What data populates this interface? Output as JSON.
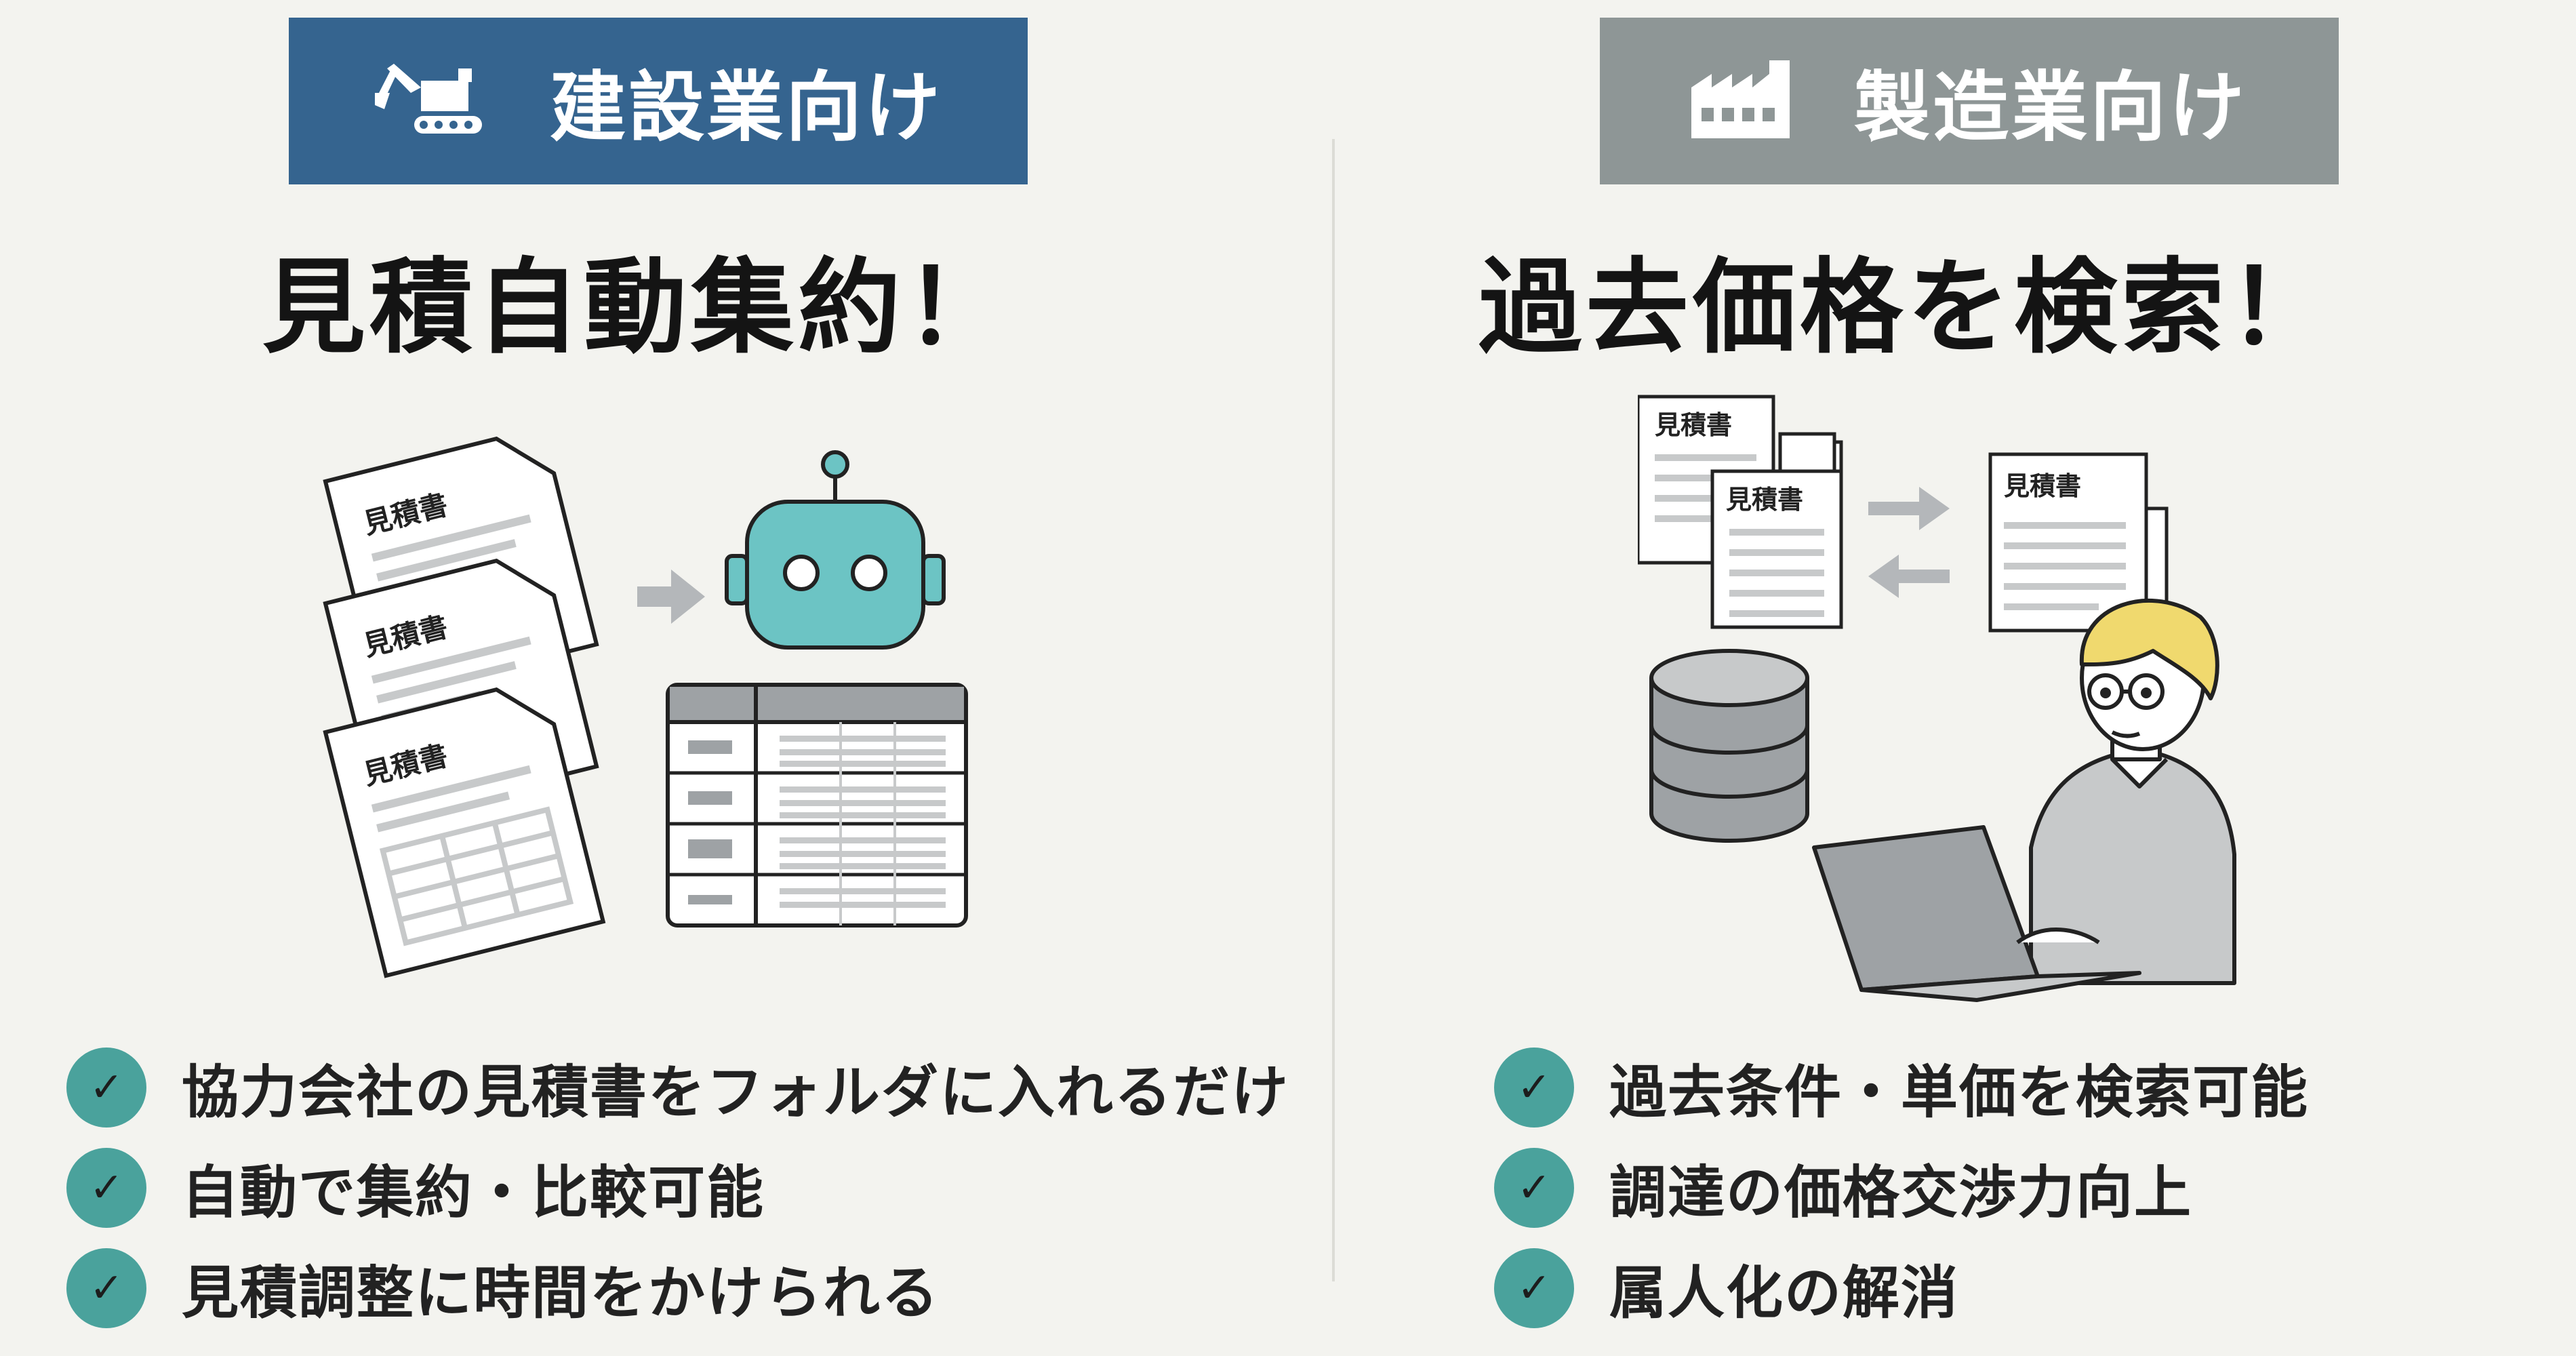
{
  "left": {
    "header": "建設業向け",
    "headline": "見積自動集約！",
    "doc_labels": [
      "見積書",
      "見積書",
      "見積書"
    ],
    "features": [
      "協力会社の見積書をフォルダに入れるだけ",
      "自動で集約・比較可能",
      "見積調整に時間をかけられる"
    ]
  },
  "right": {
    "header": "製造業向け",
    "headline": "過去価格を検索！",
    "doc_labels": [
      "見積書",
      "見積書",
      "見積書"
    ],
    "features": [
      "過去条件・単価を検索可能",
      "調達の価格交渉力向上",
      "属人化の解消"
    ]
  },
  "check_mark": "✓",
  "colors": {
    "left_header_bg": "#35648f",
    "right_header_bg": "#8e9696",
    "check_bg": "#4aa29c",
    "robot": "#6cc4c4",
    "hair": "#f0d96e",
    "background": "#f3f3ef"
  },
  "icons": {
    "left_header": "excavator-icon",
    "right_header": "factory-icon"
  }
}
